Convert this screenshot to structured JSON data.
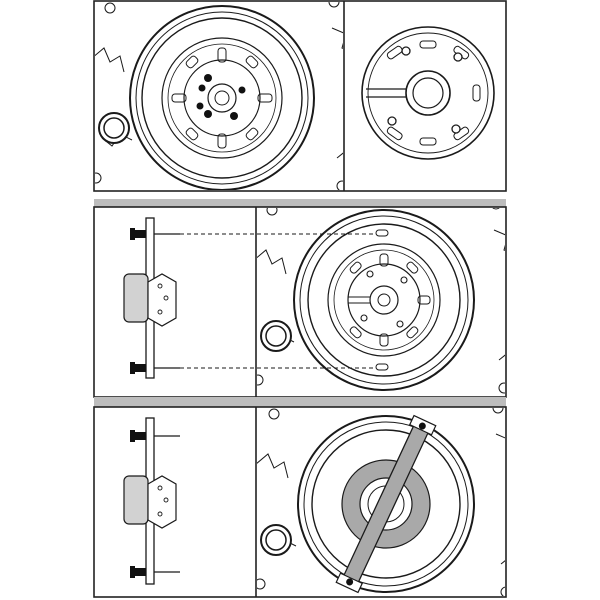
{
  "colors": {
    "background": "#ffffff",
    "line": "#1a1a1a",
    "frame": "#222222",
    "separator": "#bdbdbd",
    "tool_fill": "#a9a9a9",
    "plate_fill": "#d2d2d2",
    "dark_part": "#111111"
  },
  "panels": [
    {
      "id": "panel-1",
      "left": "flywheel-with-mounting-marks",
      "right": "hub-adapter-plate-detail"
    },
    {
      "id": "panel-2",
      "left": "alignment-tool-side-view",
      "right": "flywheel-with-alignment-guides"
    },
    {
      "id": "panel-3",
      "left": "alignment-tool-side-view",
      "right": "flywheel-with-locking-bar-installed"
    }
  ]
}
